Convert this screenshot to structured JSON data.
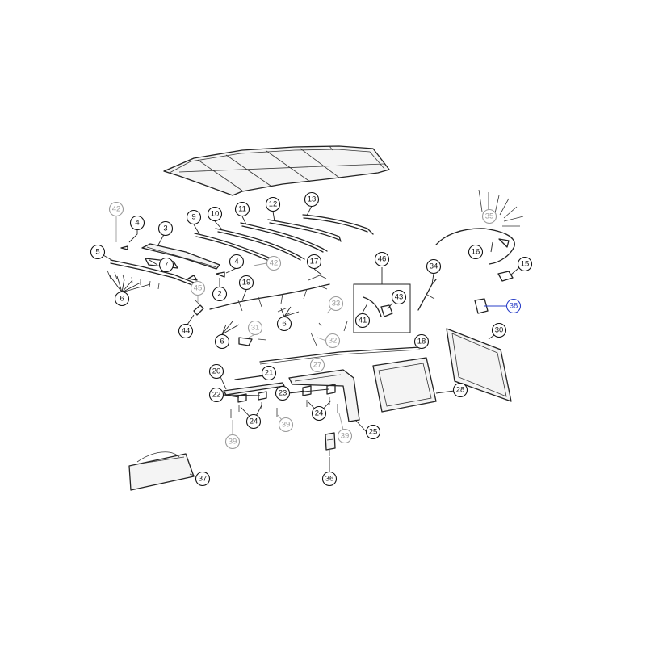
{
  "callouts": {
    "c2": "2",
    "c3": "3",
    "c4a": "4",
    "c4b": "4",
    "c5": "5",
    "c6a": "6",
    "c6b": "6",
    "c6c": "6",
    "c7": "7",
    "c9": "9",
    "c10": "10",
    "c11": "11",
    "c12": "12",
    "c13": "13",
    "c15": "15",
    "c16": "16",
    "c17": "17",
    "c18": "18",
    "c19": "19",
    "c20": "20",
    "c21": "21",
    "c22": "22",
    "c23": "23",
    "c24a": "24",
    "c24b": "24",
    "c25": "25",
    "c27": "27",
    "c28": "28",
    "c30": "30",
    "c31": "31",
    "c32": "32",
    "c33": "33",
    "c34": "34",
    "c35": "35",
    "c36": "36",
    "c37": "37",
    "c38": "38",
    "c39a": "39",
    "c39b": "39",
    "c39c": "39",
    "c41": "41",
    "c42a": "42",
    "c42b": "42",
    "c43": "43",
    "c44": "44",
    "c45": "45",
    "c46": "46"
  },
  "colors": {
    "line": "#222222",
    "dimmed": "#9a9a9a",
    "highlight": "#2a3fc8"
  }
}
